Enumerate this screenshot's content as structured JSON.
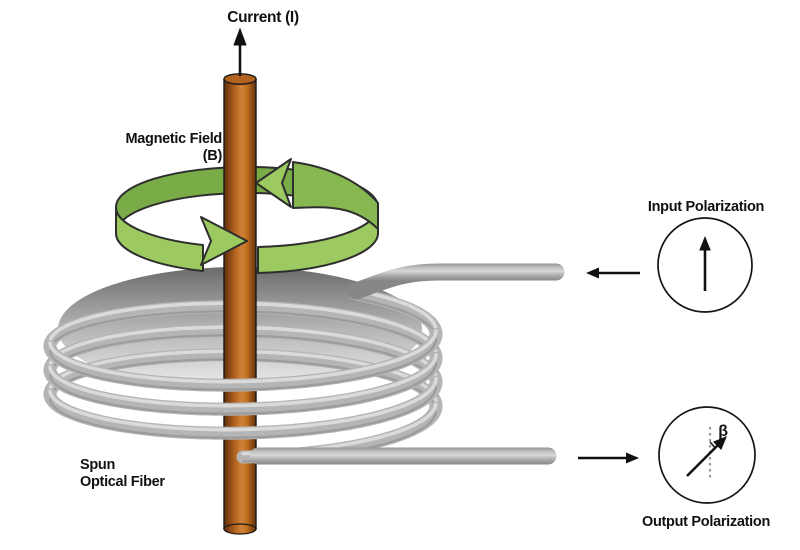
{
  "diagram": {
    "conductor": {
      "label": "Current (I)"
    },
    "magnetic_field": {
      "label_line1": "Magnetic Field",
      "label_line2": "(B)"
    },
    "coil": {
      "label_line1": "Spun",
      "label_line2": "Optical Fiber"
    },
    "input_polarization": {
      "label": "Input Polarization"
    },
    "output_polarization": {
      "label": "Output Polarization",
      "rotation_angle_symbol": "β"
    },
    "colors": {
      "conductor_copper": "#C06B21",
      "field_ribbon_front": "#9CCA60",
      "field_ribbon_back": "#79AB47",
      "fiber_gray": "#B5B5B5",
      "ink": "#111111",
      "background": "#FFFFFF"
    }
  }
}
